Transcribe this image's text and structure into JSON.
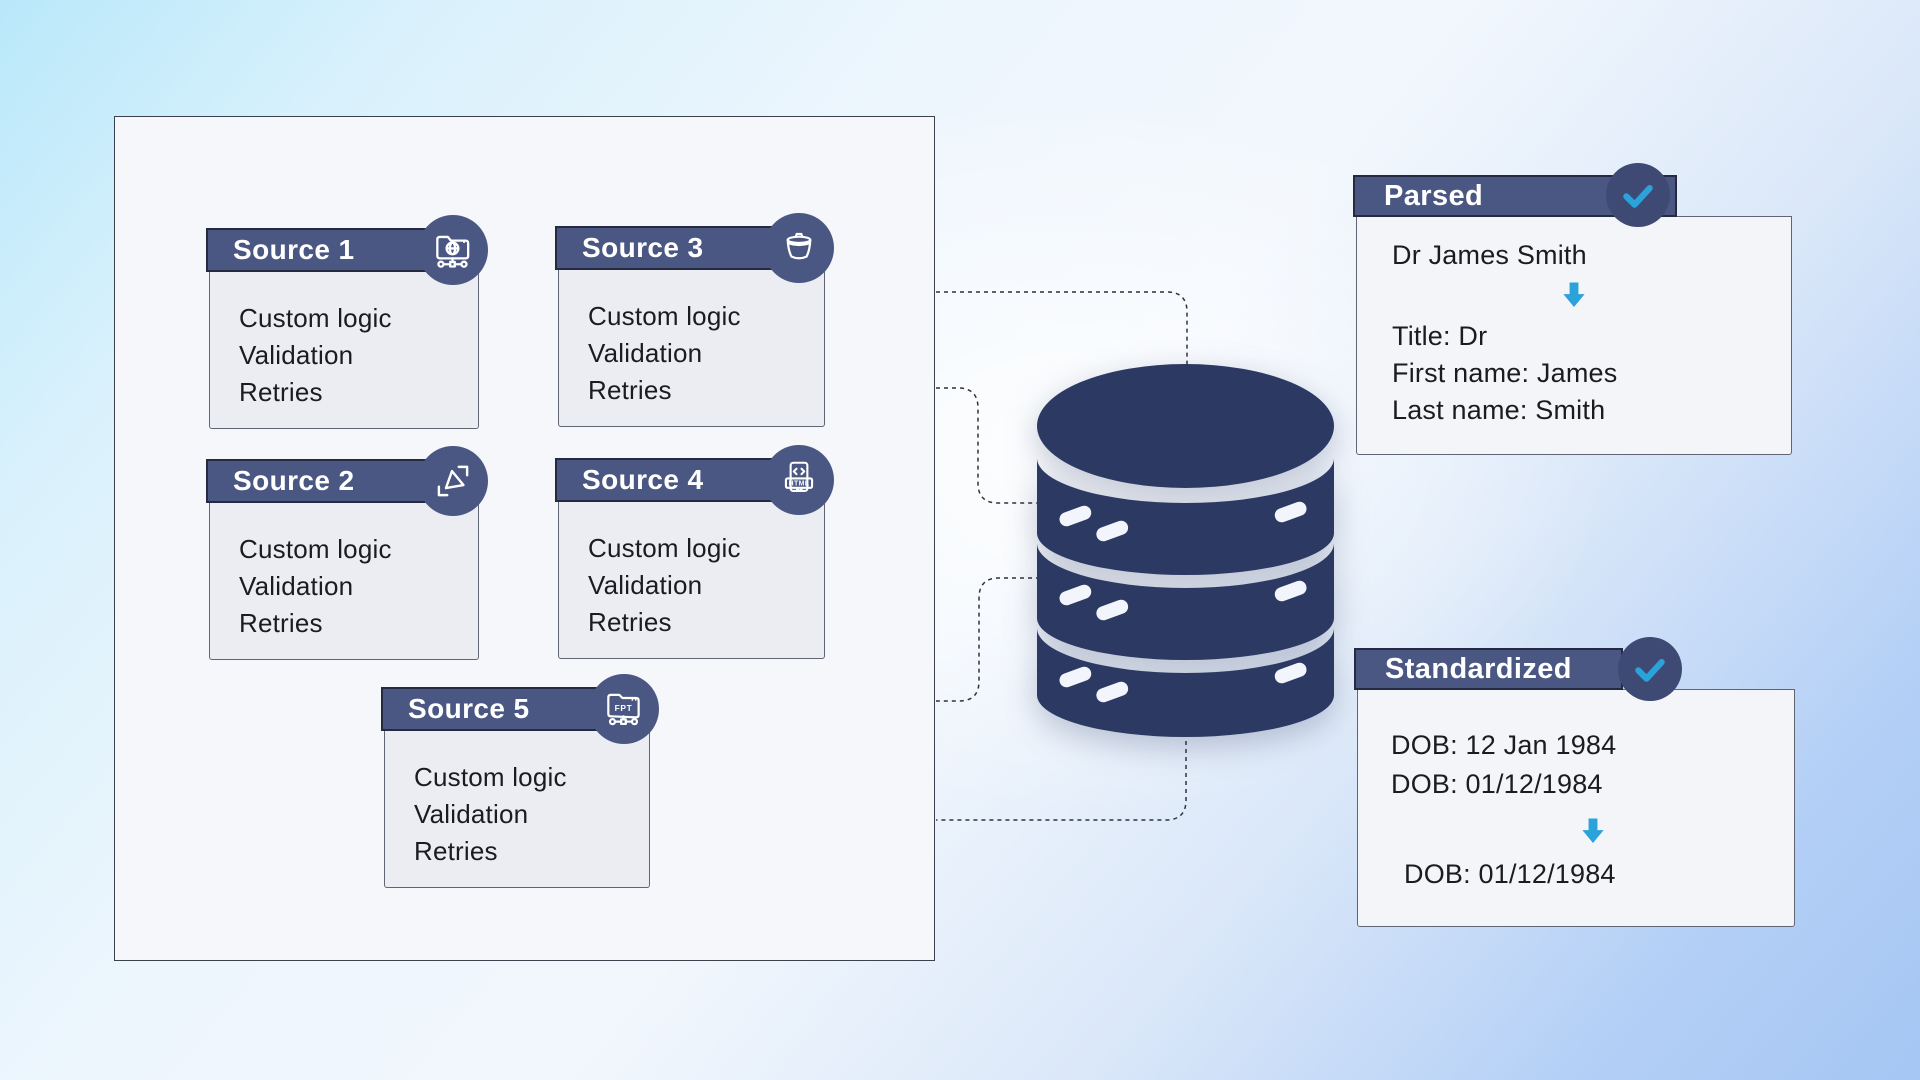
{
  "sources_panel": {
    "cards": [
      {
        "title": "Source 1",
        "features": [
          "Custom logic",
          "Validation",
          "Retries"
        ],
        "icon": "folder-network-icon"
      },
      {
        "title": "Source 2",
        "features": [
          "Custom logic",
          "Validation",
          "Retries"
        ],
        "icon": "drive-triangle-icon"
      },
      {
        "title": "Source 3",
        "features": [
          "Custom logic",
          "Validation",
          "Retries"
        ],
        "icon": "bucket-icon"
      },
      {
        "title": "Source 4",
        "features": [
          "Custom logic",
          "Validation",
          "Retries"
        ],
        "icon": "html-file-icon",
        "icon_label": "HTML"
      },
      {
        "title": "Source 5",
        "features": [
          "Custom logic",
          "Validation",
          "Retries"
        ],
        "icon": "ftp-folder-icon",
        "icon_label": "FPT"
      }
    ]
  },
  "database": {
    "icon": "database-icon"
  },
  "parsed_card": {
    "title": "Parsed",
    "status_icon": "checkmark-icon",
    "input": "Dr James Smith",
    "arrow_icon": "down-arrow-icon",
    "outputs": [
      "Title: Dr",
      "First name: James",
      "Last name: Smith"
    ]
  },
  "standardized_card": {
    "title": "Standardized",
    "status_icon": "checkmark-icon",
    "inputs": [
      "DOB: 12 Jan 1984",
      "DOB: 01/12/1984"
    ],
    "arrow_icon": "down-arrow-icon",
    "output": "DOB: 01/12/1984"
  },
  "colors": {
    "header_bar": "#4a5783",
    "header_border": "#242b40",
    "icon_circle": "#4a5783",
    "check_circle": "#3e4a74",
    "database": "#2c3a63",
    "accent_cyan": "#2ba2d9",
    "panel_bg": "#f6f7fa",
    "card_body_bg": "#ecedf3",
    "result_body_bg": "#f3f5f8",
    "connector_line": "#2e323d"
  }
}
